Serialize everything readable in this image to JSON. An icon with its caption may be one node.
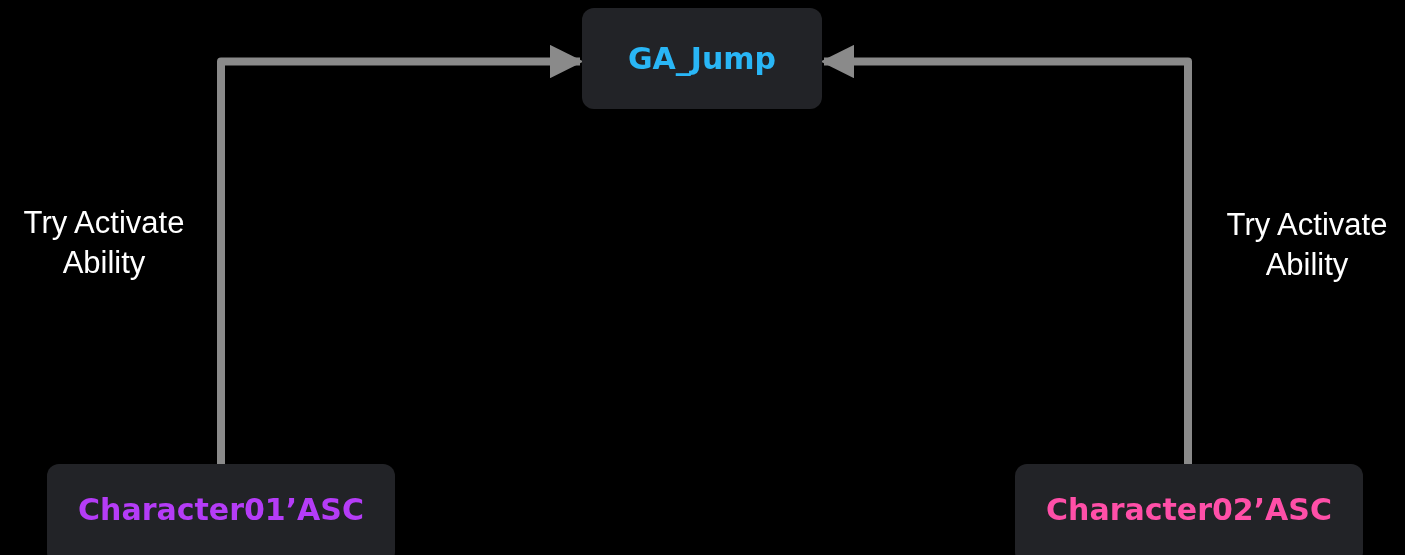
{
  "diagram": {
    "nodes": [
      {
        "text": [
          "GA_Jump"
        ]
      },
      {
        "text": [
          "Character01’ASC"
        ]
      },
      {
        "text": [
          "Character02’ASC"
        ]
      }
    ],
    "edges": [
      {
        "from": 1,
        "to": 0,
        "arrow": "to",
        "label": "Try Activate Ability"
      },
      {
        "from": 2,
        "to": 0,
        "arrow": "to",
        "label": "Try Activate Ability"
      }
    ]
  }
}
